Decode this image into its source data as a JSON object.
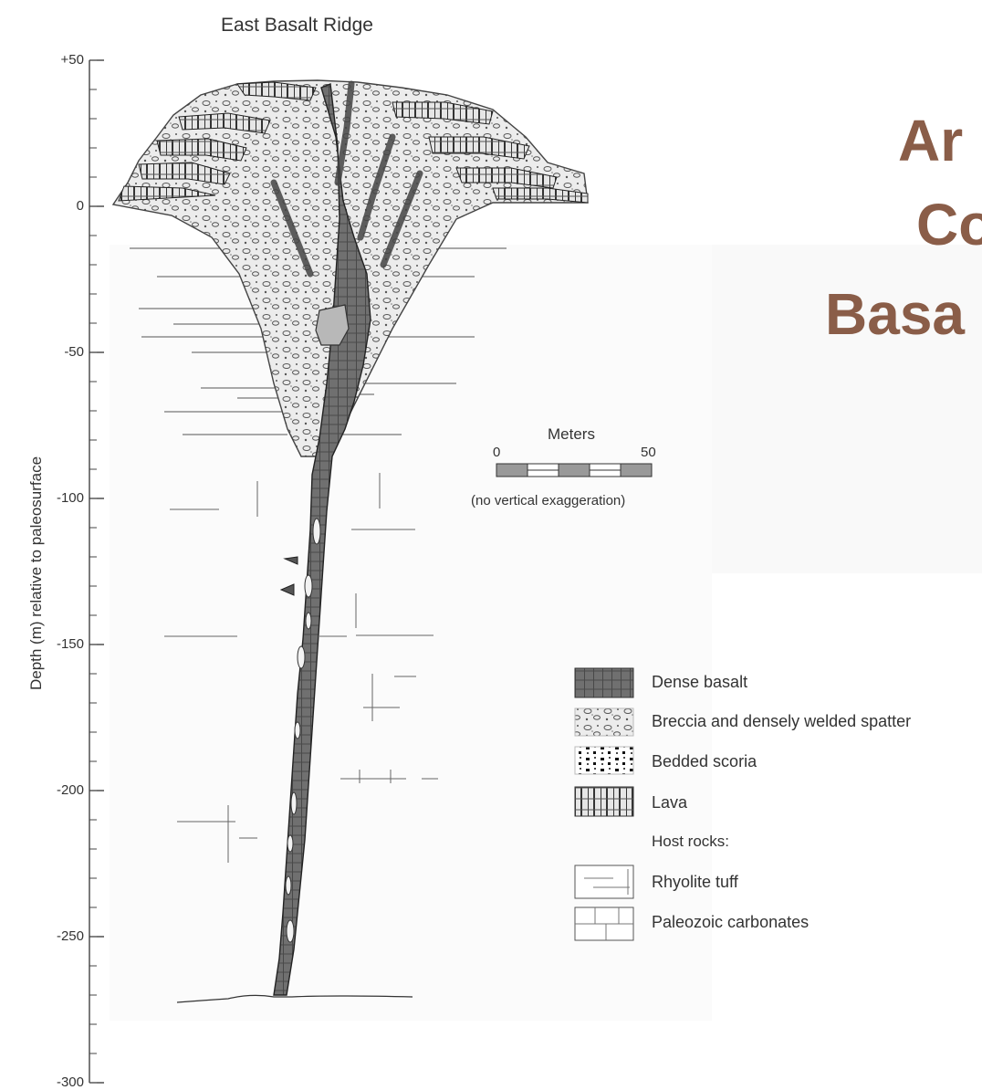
{
  "diagram": {
    "title": "East Basalt Ridge",
    "y_axis_label": "Depth (m) relative to paleosurface",
    "y_ticks": [
      "+50",
      "0",
      "-50",
      "-100",
      "-150",
      "-200",
      "-250",
      "-300"
    ]
  },
  "heading": {
    "lines": [
      "Ar",
      "Co",
      "Basa"
    ]
  },
  "scale_bar": {
    "title": "Meters",
    "min_label": "0",
    "max_label": "50",
    "note": "(no vertical exaggeration)"
  },
  "legend": {
    "items": [
      {
        "label": "Dense basalt",
        "pattern": "dense-basalt"
      },
      {
        "label": "Breccia and densely welded spatter",
        "pattern": "breccia"
      },
      {
        "label": "Bedded scoria",
        "pattern": "bedded-scoria"
      },
      {
        "label": "Lava",
        "pattern": "lava"
      },
      {
        "label": "Host rocks:",
        "pattern": "none"
      },
      {
        "label": "Rhyolite tuff",
        "pattern": "rhyolite-tuff"
      },
      {
        "label": "Paleozoic carbonates",
        "pattern": "paleozoic-carbonates"
      }
    ]
  },
  "colors": {
    "heading": "#8a5d48",
    "dense_basalt": "#6f6f6f",
    "breccia": "#cfcfcf",
    "ink": "#2a2a2a",
    "panel": "#f7f7f7"
  }
}
